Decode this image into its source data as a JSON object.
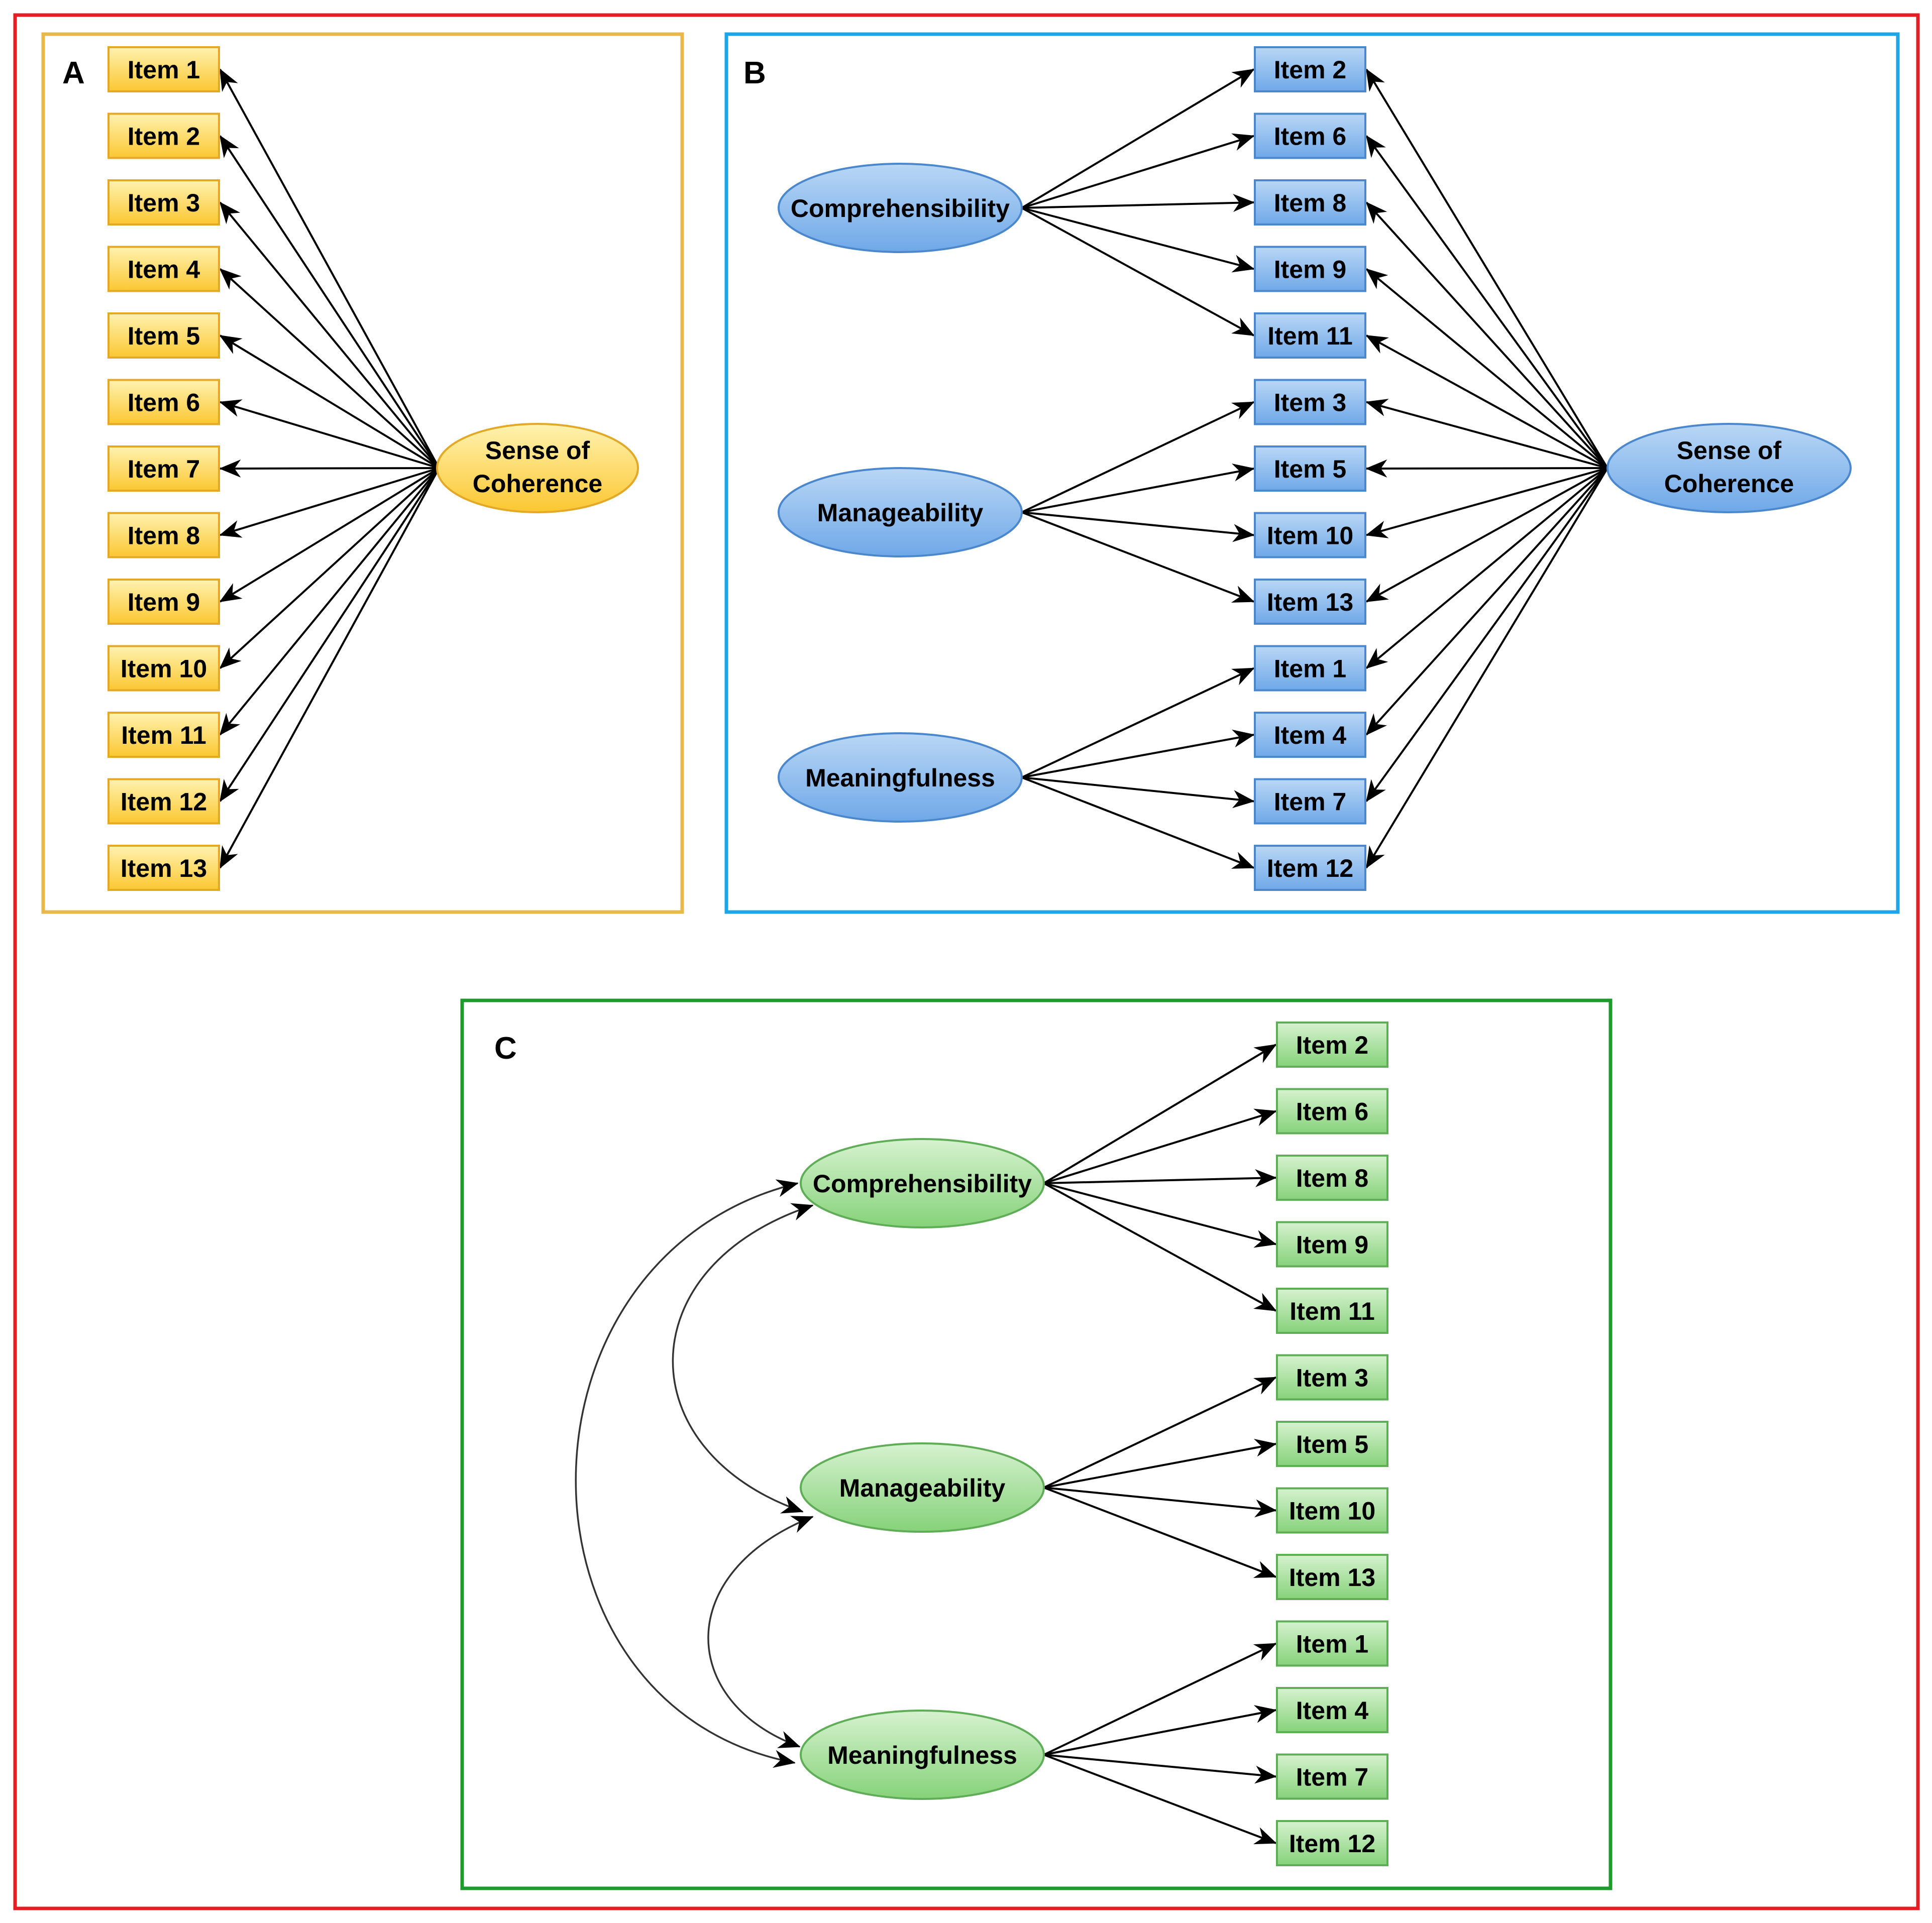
{
  "colors": {
    "outer_frame": "#e31e24",
    "panel_a_frame": "#e8b84b",
    "panel_b_frame": "#1ea5e8",
    "panel_c_frame": "#1f9a2c",
    "yellow_fill_top": "#fff2b0",
    "yellow_fill_bottom": "#fbc731",
    "yellow_stroke": "#e3a826",
    "blue_fill_top": "#b9d7f5",
    "blue_fill_bottom": "#6fa8e8",
    "blue_stroke": "#4a87cc",
    "green_fill_top": "#d6f2cf",
    "green_fill_bottom": "#86d27a",
    "green_stroke": "#5fae57"
  },
  "panels": {
    "a": {
      "letter": "A",
      "factor": [
        "Sense of",
        "Coherence"
      ],
      "items": [
        "Item 1",
        "Item 2",
        "Item 3",
        "Item 4",
        "Item 5",
        "Item 6",
        "Item 7",
        "Item 8",
        "Item 9",
        "Item 10",
        "Item 11",
        "Item 12",
        "Item 13"
      ]
    },
    "b": {
      "letter": "B",
      "general_factor": [
        "Sense of",
        "Coherence"
      ],
      "factors": [
        "Comprehensibility",
        "Manageability",
        "Meaningfulness"
      ],
      "items": [
        "Item 2",
        "Item 6",
        "Item 8",
        "Item 9",
        "Item 11",
        "Item 3",
        "Item 5",
        "Item 10",
        "Item 13",
        "Item 1",
        "Item 4",
        "Item 7",
        "Item 12"
      ],
      "item_factor": [
        0,
        0,
        0,
        0,
        0,
        1,
        1,
        1,
        1,
        2,
        2,
        2,
        2
      ]
    },
    "c": {
      "letter": "C",
      "factors": [
        "Comprehensibility",
        "Manageability",
        "Meaningfulness"
      ],
      "items": [
        "Item 2",
        "Item 6",
        "Item 8",
        "Item 9",
        "Item 11",
        "Item 3",
        "Item 5",
        "Item 10",
        "Item 13",
        "Item 1",
        "Item 4",
        "Item 7",
        "Item 12"
      ],
      "item_factor": [
        0,
        0,
        0,
        0,
        0,
        1,
        1,
        1,
        1,
        2,
        2,
        2,
        2
      ],
      "correlations": [
        [
          0,
          1
        ],
        [
          1,
          2
        ],
        [
          0,
          2
        ]
      ]
    }
  }
}
